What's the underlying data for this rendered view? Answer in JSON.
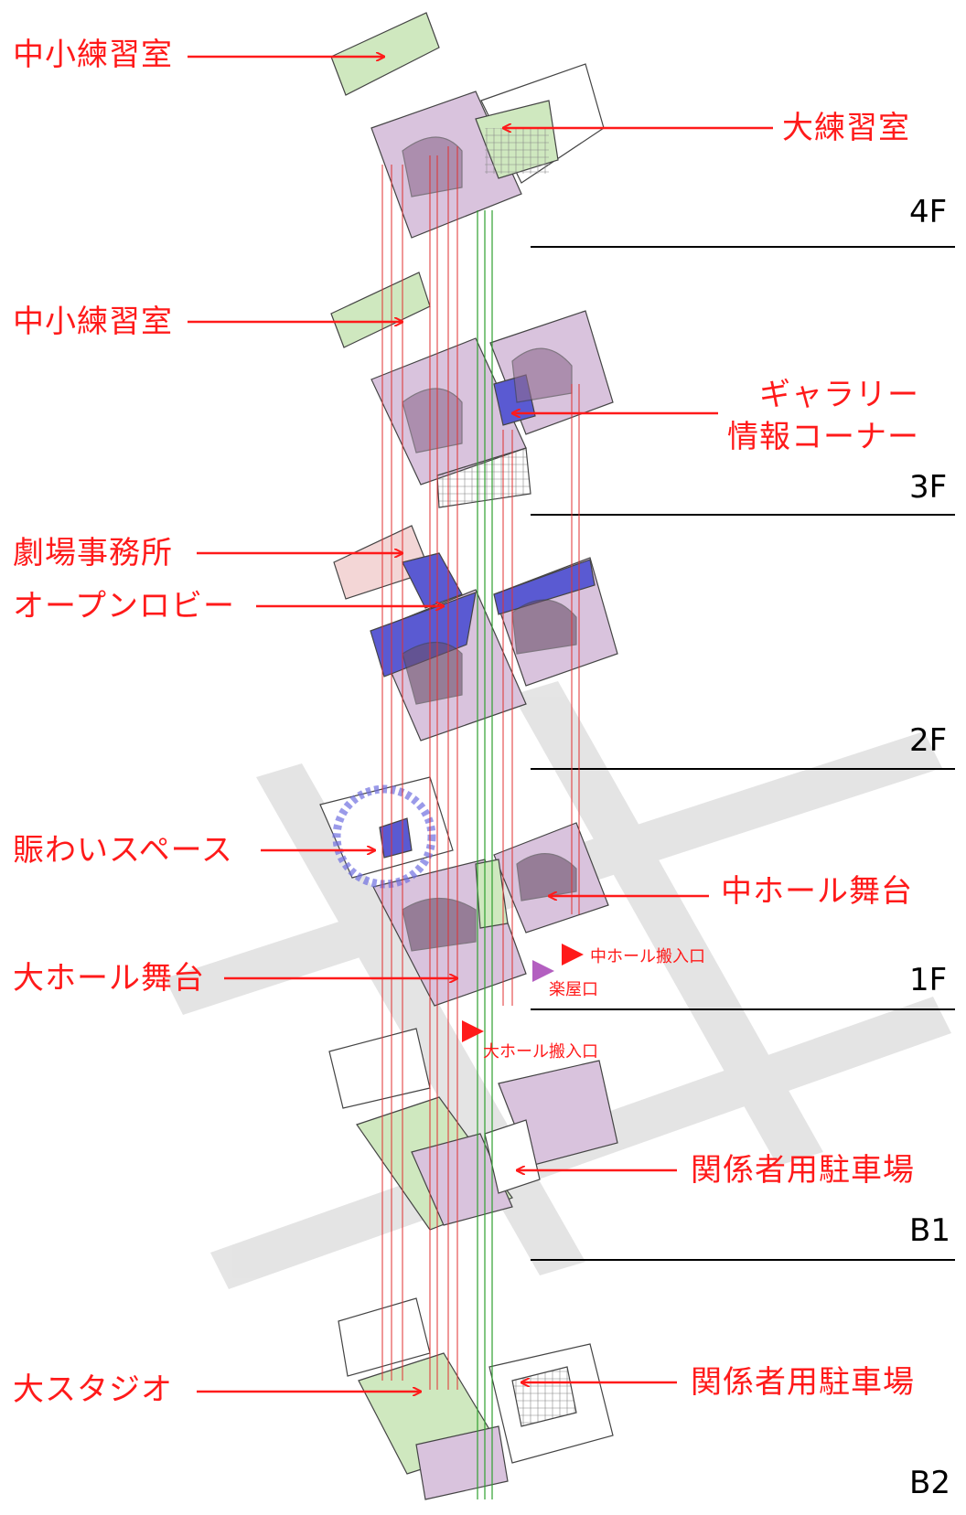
{
  "colors": {
    "label": "#ff1a1a",
    "arrow": "#ff1a1a",
    "green_zone": "#cfe8bf",
    "purple_zone": "#d9c3dd",
    "blue_zone": "#5a5ad2",
    "pink_zone": "#f3d6d6",
    "watermark": "#e0e0e0",
    "shaft_red": "#e03030",
    "shaft_green": "#30a030"
  },
  "floors": [
    "4F",
    "3F",
    "2F",
    "1F",
    "B1",
    "B2"
  ],
  "labels": {
    "f4_small_rehearsal": "中小練習室",
    "f4_large_rehearsal": "大練習室",
    "f3_small_rehearsal": "中小練習室",
    "f3_gallery": "ギャラリー",
    "f3_info_corner": "情報コーナー",
    "f2_theater_office": "劇場事務所",
    "f2_open_lobby": "オープンロビー",
    "f1_lively_space": "賑わいスペース",
    "f1_mid_hall_stage": "中ホール舞台",
    "f1_large_hall_stage": "大ホール舞台",
    "f1_mid_hall_loading": "中ホール搬入口",
    "f1_dressing_entrance": "楽屋口",
    "f1_large_hall_loading": "大ホール搬入口",
    "b1_staff_parking": "関係者用駐車場",
    "b2_large_studio": "大スタジオ",
    "b2_staff_parking": "関係者用駐車場"
  },
  "icons": [
    "arrow-right-icon",
    "arrow-left-icon",
    "triangle-marker-icon",
    "north-watermark-icon"
  ]
}
